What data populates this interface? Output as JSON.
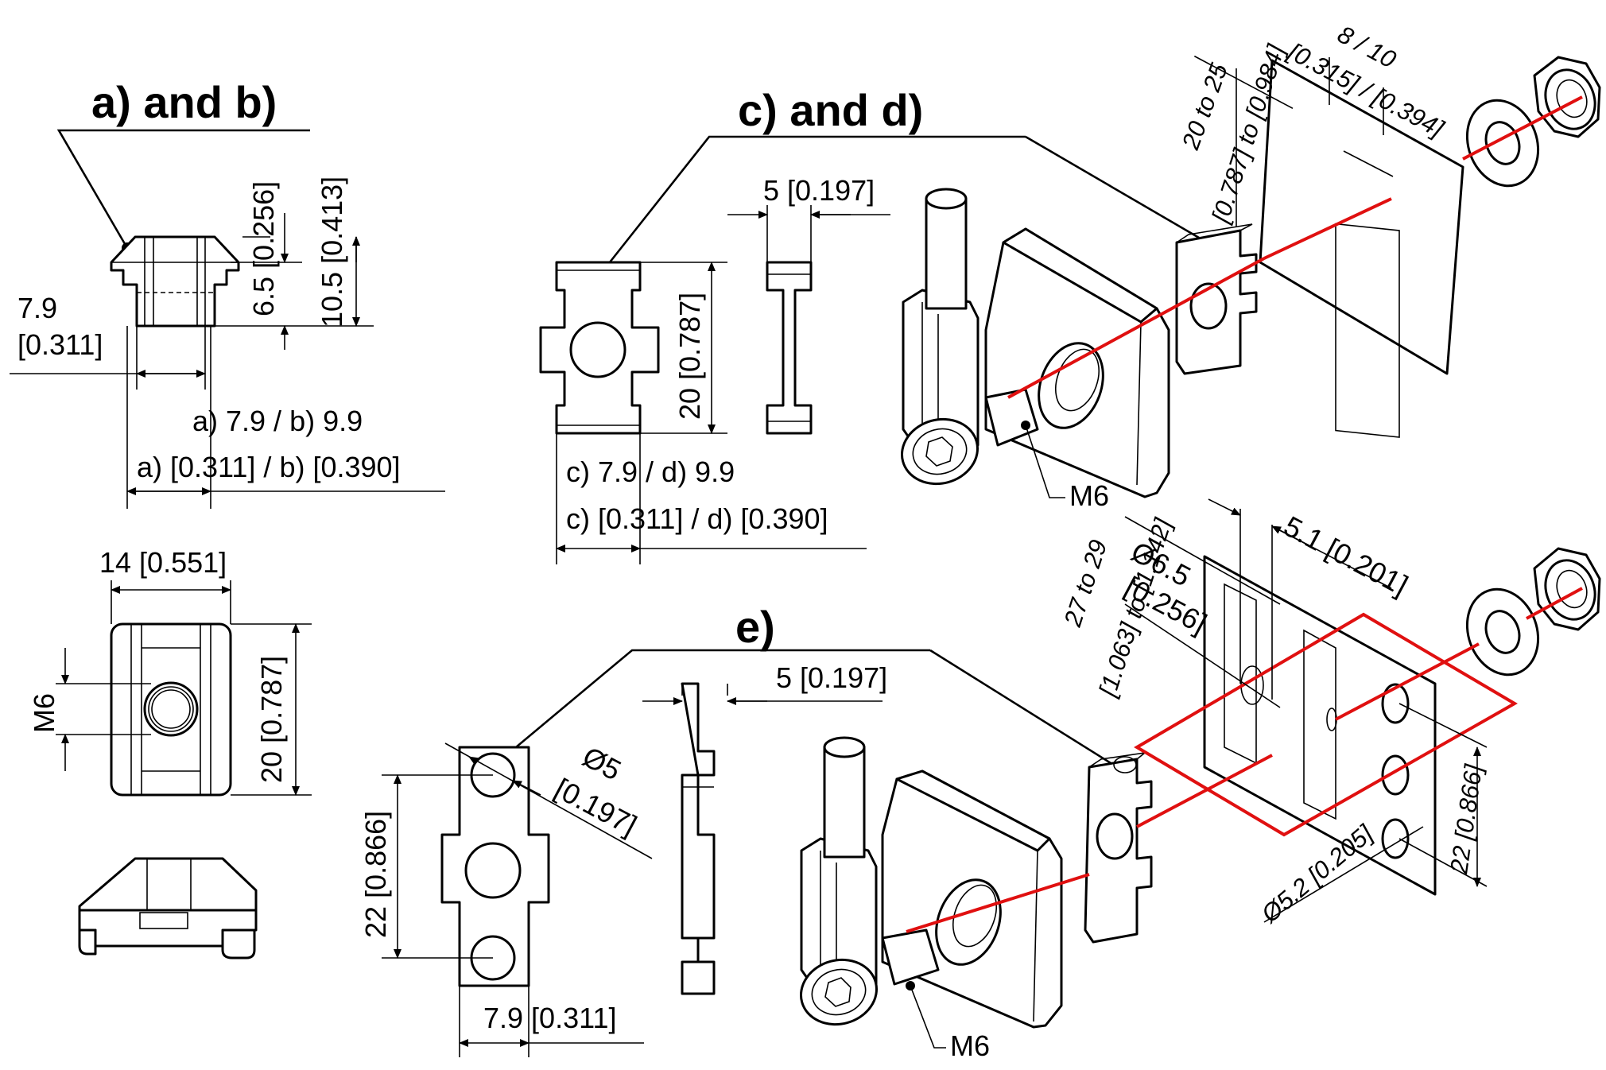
{
  "headings": {
    "ab": "a) and b)",
    "cd": "c) and d)",
    "e": "e)"
  },
  "ab": {
    "dim_left_mm": "7.9",
    "dim_left_in": "[0.311]",
    "dim_h1": "6.5 [0.256]",
    "dim_h2": "10.5 [0.413]",
    "dim_w_mm": "a) 7.9 / b) 9.9",
    "dim_w_in": "a) [0.311] / b) [0.390]",
    "dim_top_w": "14 [0.551]",
    "dim_top_h": "20 [0.787]",
    "thread": "M6"
  },
  "cd": {
    "dim_thick": "5 [0.197]",
    "dim_h": "20 [0.787]",
    "dim_w_mm": "c) 7.9 / d) 9.9",
    "dim_w_in": "c) [0.311] / d) [0.390]",
    "thread": "M6",
    "panel_range_mm": "20 to 25",
    "panel_range_in": "[0.787] to [0.984]",
    "slot_mm": "8 / 10",
    "slot_in": "[0.315] / [0.394]"
  },
  "e": {
    "dim_thick": "5 [0.197]",
    "dim_hole_d": "Ø5",
    "dim_hole_in": "[0.197]",
    "dim_h": "22 [0.866]",
    "dim_w": "7.9 [0.311]",
    "thread": "M6",
    "panel_range_mm": "27 to 29",
    "panel_range_in": "[1.063] to [1.142]",
    "hole_d_mm": "Ø6.5",
    "hole_d_in": "[0.256]",
    "offset": "5.1 [0.201]",
    "spacing": "22 [0.866]",
    "small_hole": "Ø5.2 [0.205]"
  },
  "colors": {
    "line": "#000000",
    "axis": "#e01010",
    "background": "#ffffff"
  }
}
